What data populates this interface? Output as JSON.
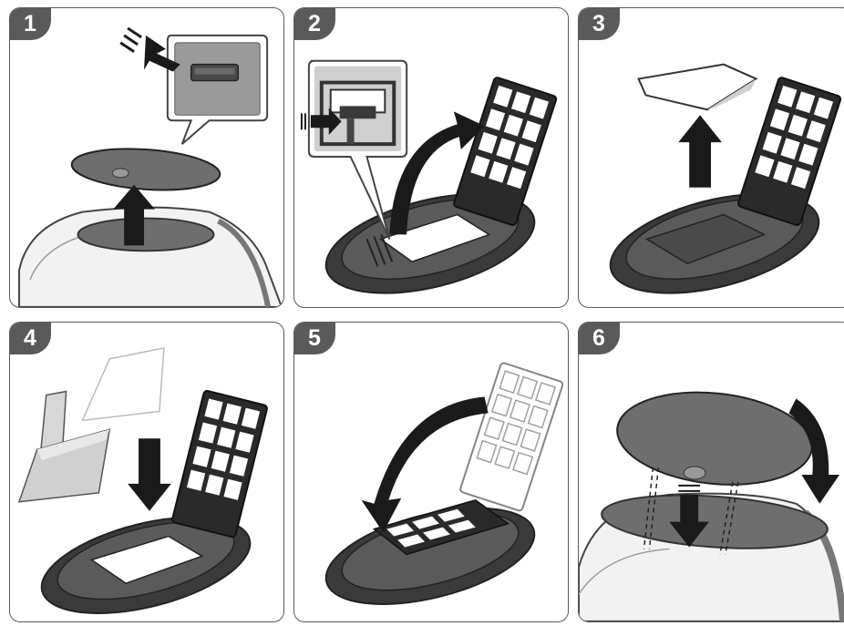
{
  "steps": [
    {
      "number": "1"
    },
    {
      "number": "2"
    },
    {
      "number": "3"
    },
    {
      "number": "4"
    },
    {
      "number": "5"
    },
    {
      "number": "6"
    }
  ],
  "colors": {
    "frame": "#5a5a5a",
    "dark_part": "#3a3a3a",
    "mid_gray": "#6e6e6e",
    "light_gray": "#c8c8c8",
    "arrow": "#1a1a1a"
  },
  "icons": [
    "up-arrow-icon",
    "press-arrow-icon",
    "curved-arrow-icon",
    "down-arrow-icon"
  ]
}
